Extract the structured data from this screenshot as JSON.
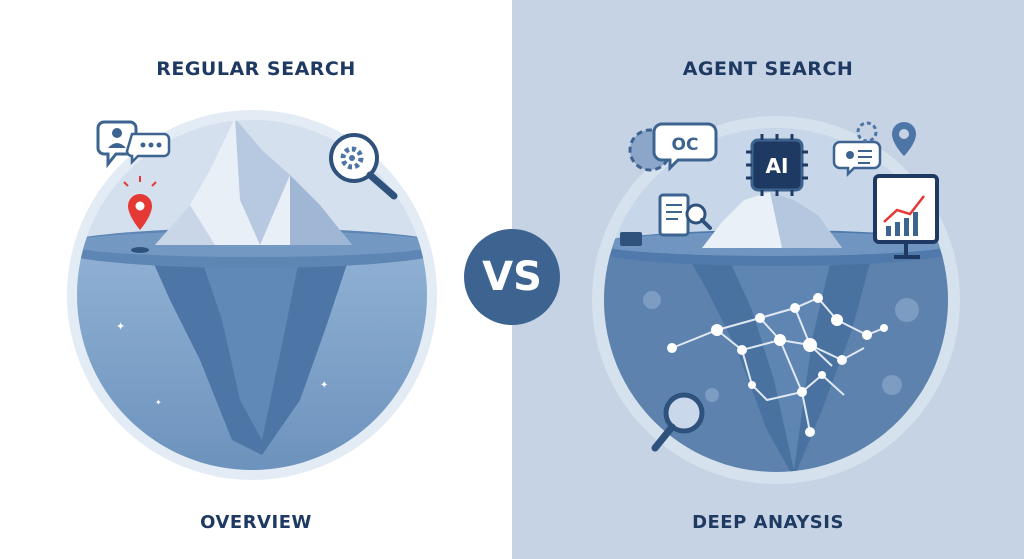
{
  "left": {
    "title": "REGULAR SEARCH",
    "caption": "OVERVIEW"
  },
  "right": {
    "title": "AGENT SEARCH",
    "caption": "DEEP ANAYSIS",
    "chip_label": "AI",
    "bubble_text": "OC"
  },
  "center": {
    "vs_label": "VS"
  },
  "colors": {
    "navy": "#1f3a62",
    "water": "#5d86b5",
    "deep_water": "#7aa0c8",
    "accent_red": "#e53935",
    "right_bg": "#c6d3e4"
  },
  "icons": [
    "user-chat-icon",
    "search-gear-icon",
    "location-pin-icon",
    "ai-chip-icon",
    "document-icon",
    "monitor-chart-icon",
    "magnifier-icon",
    "network-icon"
  ]
}
